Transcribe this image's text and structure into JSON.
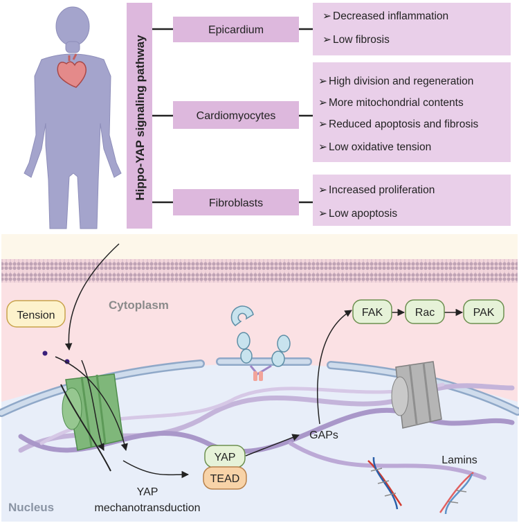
{
  "pathway_title": "Hippo-YAP signaling pathway",
  "cells": [
    {
      "name": "Epicardium",
      "effects": [
        "Decreased inflammation",
        "Low fibrosis"
      ]
    },
    {
      "name": "Cardiomyocytes",
      "effects": [
        "High division and regeneration",
        "More mitochondrial  contents",
        "Reduced apoptosis and fibrosis",
        "Low oxidative tension"
      ]
    },
    {
      "name": "Fibroblasts",
      "effects": [
        "Increased proliferation",
        "Low apoptosis"
      ]
    }
  ],
  "bullet_glyph": "➢",
  "labels": {
    "cytoplasm": "Cytoplasm",
    "nucleus": "Nucleus",
    "tension": "Tension",
    "fak": "FAK",
    "rac": "Rac",
    "pak": "PAK",
    "gaps": "GAPs",
    "yap": "YAP",
    "tead": "TEAD",
    "mechano_line1": "YAP",
    "mechano_line2": "mechanotransduction",
    "lamins": "Lamins"
  },
  "colors": {
    "pathway_box": "#ddb8dd",
    "effect_box": "#e9cfe9",
    "cytoplasm_bg": "#fbe1e4",
    "nucleus_bg": "#e8eef9",
    "human_body": "#a4a4cc",
    "channel": "#7fb77a",
    "node_fill": "#e6f2d8",
    "node_stroke": "#6c8f4f",
    "tension_fill": "#fdf2cc",
    "tead_fill": "#f8d3a8"
  }
}
